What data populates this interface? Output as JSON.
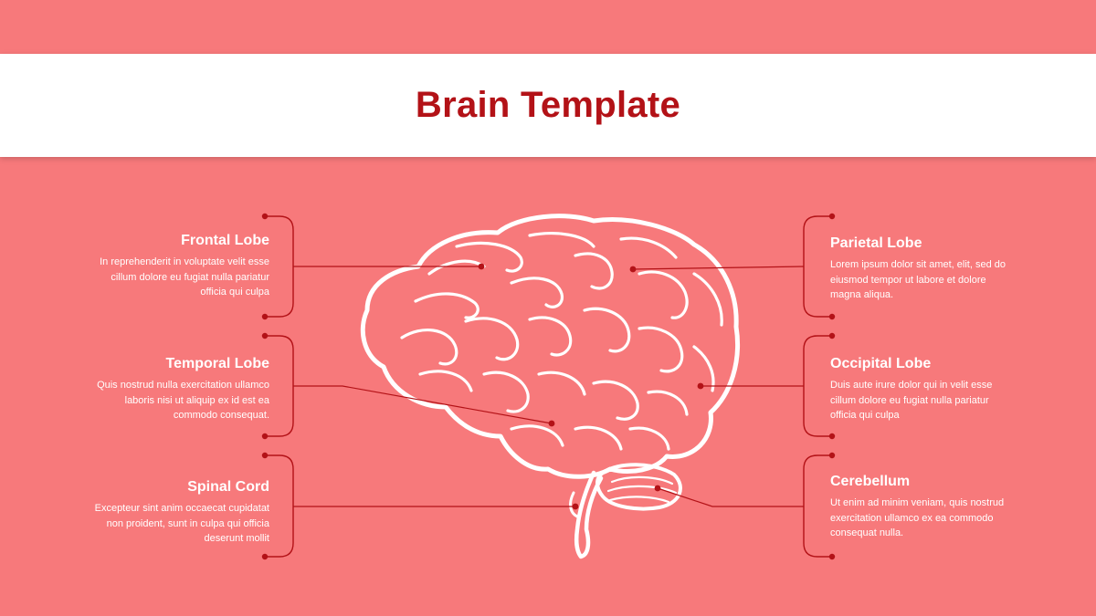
{
  "title": "Brain Template",
  "colors": {
    "background": "#f7797b",
    "title_band": "#ffffff",
    "title_text": "#b31217",
    "accent": "#b31217",
    "text": "#ffffff"
  },
  "labels": {
    "frontal": {
      "heading": "Frontal Lobe",
      "body": "In reprehenderit in voluptate velit esse cillum dolore eu fugiat nulla pariatur officia qui culpa"
    },
    "temporal": {
      "heading": "Temporal Lobe",
      "body": "Quis nostrud nulla exercitation ullamco laboris nisi ut aliquip ex id est ea commodo consequat."
    },
    "spinal": {
      "heading": "Spinal Cord",
      "body": "Excepteur sint anim occaecat cupidatat non proident, sunt in culpa qui officia deserunt mollit"
    },
    "parietal": {
      "heading": "Parietal Lobe",
      "body": "Lorem ipsum dolor sit amet, elit, sed do eiusmod tempor ut labore et dolore magna aliqua."
    },
    "occipital": {
      "heading": "Occipital Lobe",
      "body": "Duis aute irure dolor qui in velit esse cillum dolore eu fugiat nulla pariatur officia qui culpa"
    },
    "cerebellum": {
      "heading": "Cerebellum",
      "body": "Ut enim ad minim veniam, quis nostrud exercitation ullamco ex ea commodo consequat nulla."
    }
  }
}
